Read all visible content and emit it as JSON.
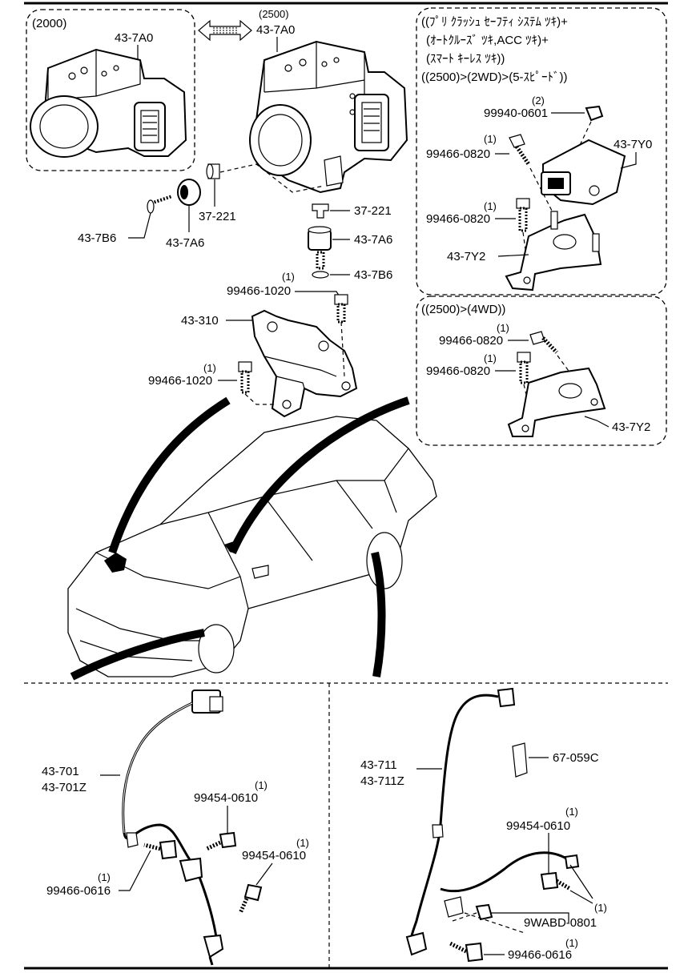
{
  "variants": {
    "v2000": "(2000)",
    "v2500": "(2500)",
    "v2500_4wd": "((2500)>(4WD))",
    "note_line1": "((ﾌﾟﾘ ｸﾗｯｼｭ ｾｰﾌﾃｨ ｼｽﾃﾑ ﾂｷ)+",
    "note_line2": "(ｵｰﾄｸﾙｰｽﾞ ﾂｷ,ACC ﾂｷ)+",
    "note_line3": "(ｽﾏｰﾄ ｷｰﾚｽ ﾂｷ))",
    "note_line4": "((2500)>(2WD)>(5-ｽﾋﾟｰﾄﾞ))"
  },
  "parts": {
    "p43_7A0_a": "43-7A0",
    "p43_7A0_b": "43-7A0",
    "p37_221_a": "37-221",
    "p37_221_b": "37-221",
    "p43_7A6_a": "43-7A6",
    "p43_7A6_b": "43-7A6",
    "p43_7B6_a": "43-7B6",
    "p43_7B6_b": "43-7B6",
    "p99466_1020_a": "99466-1020",
    "p99466_1020_b": "99466-1020",
    "p43_310": "43-310",
    "p99940_0601": "99940-0601",
    "p43_7Y0": "43-7Y0",
    "p99466_0820_a": "99466-0820",
    "p99466_0820_b": "99466-0820",
    "p99466_0820_c": "99466-0820",
    "p99466_0820_d": "99466-0820",
    "p43_7Y2_a": "43-7Y2",
    "p43_7Y2_b": "43-7Y2",
    "p43_701": "43-701",
    "p43_701Z": "43-701Z",
    "p99454_0610_a": "99454-0610",
    "p99454_0610_b": "99454-0610",
    "p99466_0616_a": "99466-0616",
    "p43_711": "43-711",
    "p43_711Z": "43-711Z",
    "p67_059C": "67-059C",
    "p99454_0610_c": "99454-0610",
    "p9WABD_0801": "9WABD-0801",
    "p99466_0616_b": "99466-0616"
  },
  "quantities": {
    "q1": "(1)",
    "q2": "(2)"
  }
}
